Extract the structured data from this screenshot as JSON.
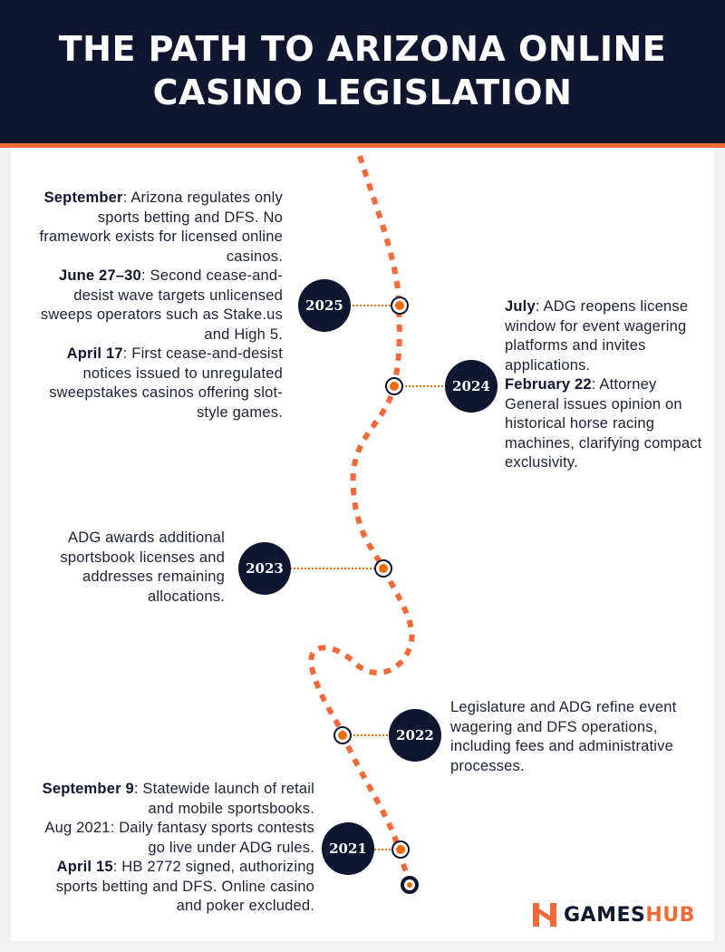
{
  "title_line1": "THE PATH TO ARIZONA ONLINE",
  "title_line2": "CASINO LEGISLATION",
  "colors": {
    "navy": "#0e1630",
    "orange": "#f26a3a",
    "dot": "#ef6a00"
  },
  "years": {
    "y2025": {
      "label": "2025",
      "entries": [
        {
          "bold": "September",
          "text": ": Arizona regulates only sports betting and DFS. No framework exists for licensed online casinos."
        },
        {
          "bold": "June 27–30",
          "text": ": Second cease-and-desist wave targets unlicensed sweeps operators such as Stake.us and High 5."
        },
        {
          "bold": "April 17",
          "text": ": First cease-and-desist notices issued to unregulated sweepstakes casinos offering slot-style games."
        }
      ]
    },
    "y2024": {
      "label": "2024",
      "entries": [
        {
          "bold": "July",
          "text": ": ADG reopens license window for event wagering platforms and invites applications."
        },
        {
          "bold": "February 22",
          "text": ": Attorney General issues opinion on historical horse racing machines, clarifying compact exclusivity."
        }
      ]
    },
    "y2023": {
      "label": "2023",
      "text": "ADG awards additional sportsbook licenses and addresses remaining allocations."
    },
    "y2022": {
      "label": "2022",
      "text": "Legislature and ADG refine event wagering and DFS operations, including fees and administrative processes."
    },
    "y2021": {
      "label": "2021",
      "entries": [
        {
          "bold": "September 9",
          "text": ": Statewide launch of retail and mobile sportsbooks."
        },
        {
          "bold": "",
          "text": "Aug 2021: Daily fantasy sports contests go live under ADG rules."
        },
        {
          "bold": "April 15",
          "text": ": HB 2772 signed, authorizing sports betting and DFS. Online casino and poker excluded."
        }
      ]
    }
  },
  "logo": {
    "part1": "GAMES",
    "part2": "HUB"
  }
}
